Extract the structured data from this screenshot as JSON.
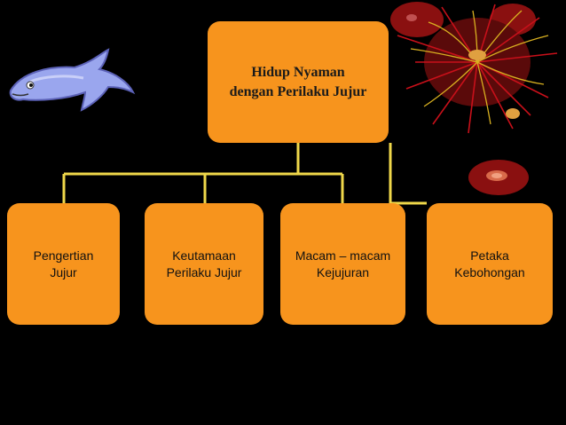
{
  "root": {
    "line1": "Hidup Nyaman",
    "line2": "dengan Perilaku Jujur"
  },
  "children": [
    {
      "line1": "Pengertian",
      "line2": "Jujur"
    },
    {
      "line1": "Keutamaan",
      "line2": "Perilaku Jujur"
    },
    {
      "line1": "Macam – macam",
      "line2": "Kejujuran"
    },
    {
      "line1": "Petaka",
      "line2": "Kebohongan"
    }
  ],
  "colors": {
    "node": "#f7941d",
    "connector": "#f0d84a",
    "background": "#000000"
  },
  "decorations": [
    "dolphin-clipart",
    "firework-clipart",
    "small-firework-clipart"
  ]
}
